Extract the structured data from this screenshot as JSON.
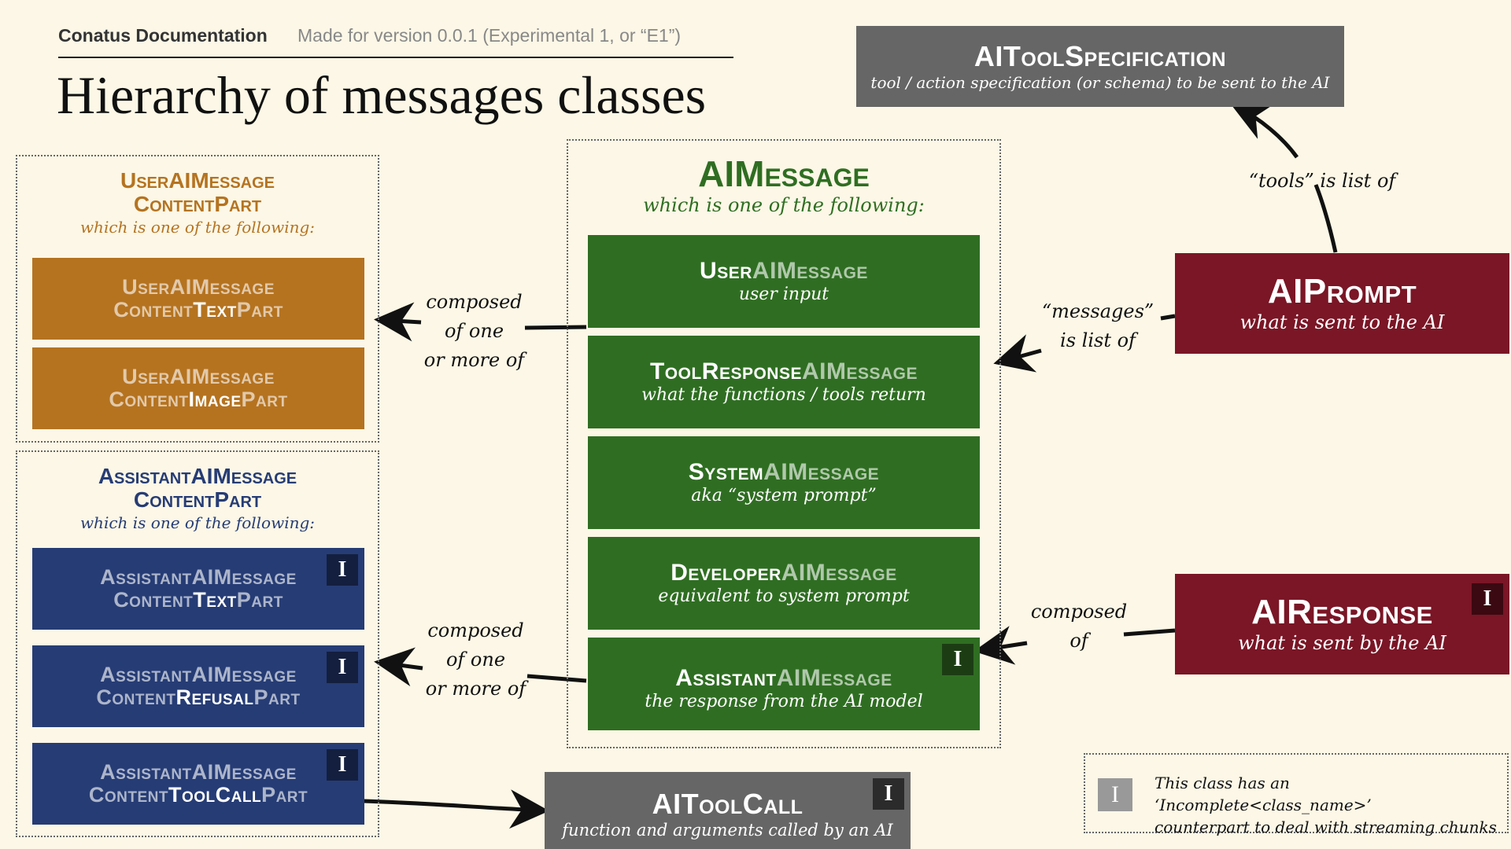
{
  "header": {
    "doc_name": "Conatus Documentation",
    "version": "Made for version 0.0.1 (Experimental 1, or “E1”)",
    "title": "Hierarchy of messages classes"
  },
  "containers": {
    "user_content": {
      "title_line1": "UserAIMessage",
      "title_line2": "ContentPart",
      "subtitle": "which is one of the following:"
    },
    "assistant_content": {
      "title_line1": "AssistantAIMessage",
      "title_line2": "ContentPart",
      "subtitle": "which is one of the following:"
    },
    "ai_message": {
      "title": "AIMessage",
      "subtitle": "which is one of the following:"
    }
  },
  "user_parts": [
    {
      "line1": "UserAIMessage",
      "line2_a": "Content",
      "line2_b": "Text",
      "line2_c": "Part"
    },
    {
      "line1": "UserAIMessage",
      "line2_a": "Content",
      "line2_b": "Image",
      "line2_c": "Part"
    }
  ],
  "assistant_parts": [
    {
      "line1": "AssistantAIMessage",
      "line2_a": "Content",
      "line2_b": "Text",
      "line2_c": "Part",
      "badge": "I"
    },
    {
      "line1": "AssistantAIMessage",
      "line2_a": "Content",
      "line2_b": "Refusal",
      "line2_c": "Part",
      "badge": "I"
    },
    {
      "line1": "AssistantAIMessage",
      "line2_a": "Content",
      "line2_b": "ToolCall",
      "line2_c": "Part",
      "badge": "I"
    }
  ],
  "ai_messages": [
    {
      "name_a": "User",
      "name_b": "AIMessage",
      "desc": "user input"
    },
    {
      "name_a": "ToolResponse",
      "name_b": "AIMessage",
      "desc": "what the functions / tools return"
    },
    {
      "name_a": "System",
      "name_b": "AIMessage",
      "desc": "aka “system prompt”"
    },
    {
      "name_a": "Developer",
      "name_b": "AIMessage",
      "desc": "equivalent to system prompt"
    },
    {
      "name_a": "Assistant",
      "name_b": "AIMessage",
      "desc": "the response from the AI model",
      "badge": "I"
    }
  ],
  "tool_spec": {
    "name": "AIToolSpecification",
    "desc": "tool / action specification (or schema) to be sent to the AI"
  },
  "prompt": {
    "name": "AIPrompt",
    "desc": "what is sent to the AI"
  },
  "response": {
    "name": "AIResponse",
    "desc": "what is sent by the AI",
    "badge": "I"
  },
  "tool_call": {
    "name": "AIToolCall",
    "desc": "function and arguments called by an AI",
    "badge": "I"
  },
  "edge_labels": {
    "tools": "“tools” is list of",
    "messages_1": "“messages”",
    "messages_2": "is list of",
    "composed_user_1": "composed",
    "composed_user_2": "of one",
    "composed_user_3": "or more of",
    "composed_assistant_1": "composed",
    "composed_assistant_2": "of one",
    "composed_assistant_3": "or more of",
    "composed_response_1": "composed",
    "composed_response_2": "of"
  },
  "legend": {
    "badge": "I",
    "line1": "This class has an ‘Incomplete<class_name>’",
    "line2": "counterpart to deal with streaming chunks"
  },
  "colors": {
    "background": "#fcf7e6",
    "user_orange": "#b57320",
    "assistant_blue": "#263c75",
    "message_green": "#2f6e22",
    "prompt_maroon": "#7a1626",
    "tool_gray": "#666666"
  }
}
